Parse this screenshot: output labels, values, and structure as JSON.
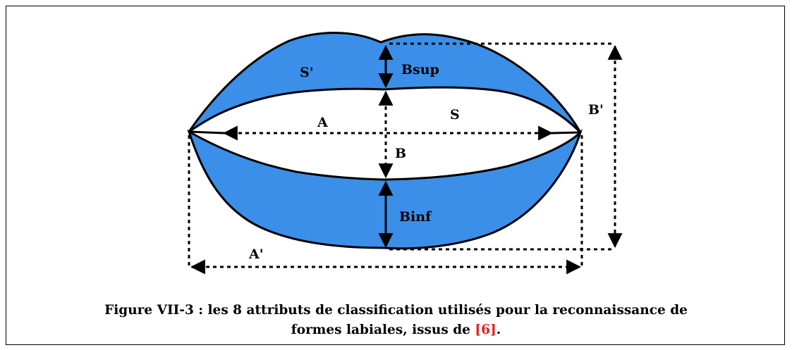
{
  "diagram": {
    "labels": {
      "s_prime": "S'",
      "bsup": "Bsup",
      "b_prime": "B'",
      "a": "A",
      "s": "S",
      "b": "B",
      "binf": "Binf",
      "a_prime": "A'"
    },
    "colors": {
      "lip_fill": "#3b8fe8",
      "outline": "#000000",
      "reference": "#e0201a"
    }
  },
  "caption": {
    "line1": "Figure VII-3 : les 8 attributs de classification utilisés pour la reconnaissance de",
    "line2_text": "formes labiales, issus de ",
    "reference": "[6]",
    "line2_end": "."
  }
}
